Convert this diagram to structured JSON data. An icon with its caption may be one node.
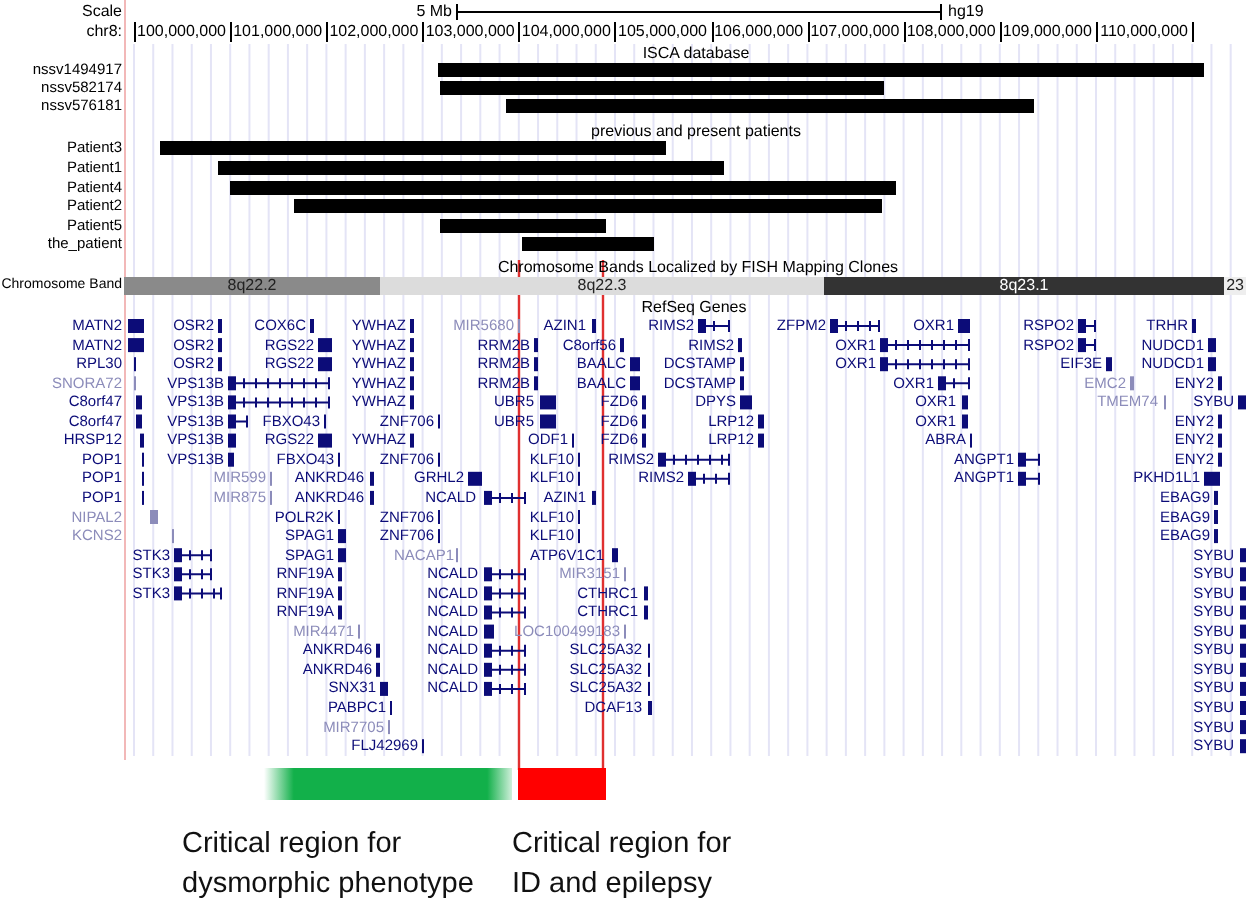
{
  "diagram": {
    "nodes": [
      {
        "text": [],
        "shape": "bar"
      },
      {
        "text": [],
        "shape": "bar"
      }
    ],
    "labels": [
      "Scale",
      "5 Mb",
      "hg19",
      "chr8:",
      "100,000,000",
      "101,000,000",
      "102,000,000",
      "103,000,000",
      "104,000,000",
      "105,000,000",
      "106,000,000",
      "107,000,000",
      "108,000,000",
      "109,000,000",
      "110,000,000",
      "ISCA database",
      "nssv1494917",
      "nssv582174",
      "nssv576181",
      "previous and present patients",
      "Patient3",
      "Patient1",
      "Patient4",
      "Patient2",
      "Patient5",
      "the_patient",
      "Chromosome Bands Localized by FISH Mapping Clones",
      "Chromosome Band",
      "8q22.2",
      "8q22.3",
      "8q23.1",
      "23",
      "RefSeq Genes",
      "MATN2",
      "OSR2",
      "COX6C",
      "YWHAZ",
      "MIR5680",
      "AZIN1",
      "RIMS2",
      "ZFPM2",
      "OXR1",
      "RSPO2",
      "TRHR",
      "MATN2",
      "OSR2",
      "RGS22",
      "YWHAZ",
      "RRM2B",
      "C8orf56",
      "RIMS2",
      "OXR1",
      "RSPO2",
      "NUDCD1",
      "RPL30",
      "OSR2",
      "RGS22",
      "YWHAZ",
      "RRM2B",
      "BAALC",
      "DCSTAMP",
      "OXR1",
      "EIF3E",
      "NUDCD1",
      "SNORA72",
      "VPS13B",
      "YWHAZ",
      "RRM2B",
      "BAALC",
      "DCSTAMP",
      "OXR1",
      "EMC2",
      "ENY2",
      "C8orf47",
      "VPS13B",
      "YWHAZ",
      "UBR5",
      "FZD6",
      "DPYS",
      "OXR1",
      "TMEM74",
      "SYBU",
      "C8orf47",
      "VPS13B",
      "FBXO43",
      "ZNF706",
      "UBR5",
      "FZD6",
      "LRP12",
      "OXR1",
      "ENY2",
      "HRSP12",
      "VPS13B",
      "RGS22",
      "YWHAZ",
      "ODF1",
      "FZD6",
      "LRP12",
      "ABRA",
      "ENY2",
      "POP1",
      "VPS13B",
      "FBXO43",
      "ZNF706",
      "KLF10",
      "RIMS2",
      "ANGPT1",
      "ENY2",
      "POP1",
      "MIR599",
      "ANKRD46",
      "GRHL2",
      "KLF10",
      "RIMS2",
      "ANGPT1",
      "PKHD1L1",
      "POP1",
      "MIR875",
      "ANKRD46",
      "NCALD",
      "AZIN1",
      "EBAG9",
      "NIPAL2",
      "POLR2K",
      "ZNF706",
      "KLF10",
      "EBAG9",
      "KCNS2",
      "SPAG1",
      "ZNF706",
      "KLF10",
      "EBAG9",
      "STK3",
      "SPAG1",
      "NACAP1",
      "ATP6V1C1",
      "SYBU",
      "STK3",
      "RNF19A",
      "NCALD",
      "MIR3151",
      "SYBU",
      "STK3",
      "RNF19A",
      "NCALD",
      "CTHRC1",
      "SYBU",
      "RNF19A",
      "NCALD",
      "CTHRC1",
      "SYBU",
      "MIR4471",
      "NCALD",
      "LOC100499183",
      "SYBU",
      "ANKRD46",
      "NCALD",
      "SLC25A32",
      "SYBU",
      "ANKRD46",
      "NCALD",
      "SLC25A32",
      "SYBU",
      "SNX31",
      "NCALD",
      "SLC25A32",
      "SYBU",
      "PABPC1",
      "DCAF13",
      "SYBU",
      "MIR7705",
      "SYBU",
      "FLJ42969",
      "SYBU",
      "Critical region for dysmorphic phenotype",
      "Critical region for ID and epilepsy"
    ]
  }
}
